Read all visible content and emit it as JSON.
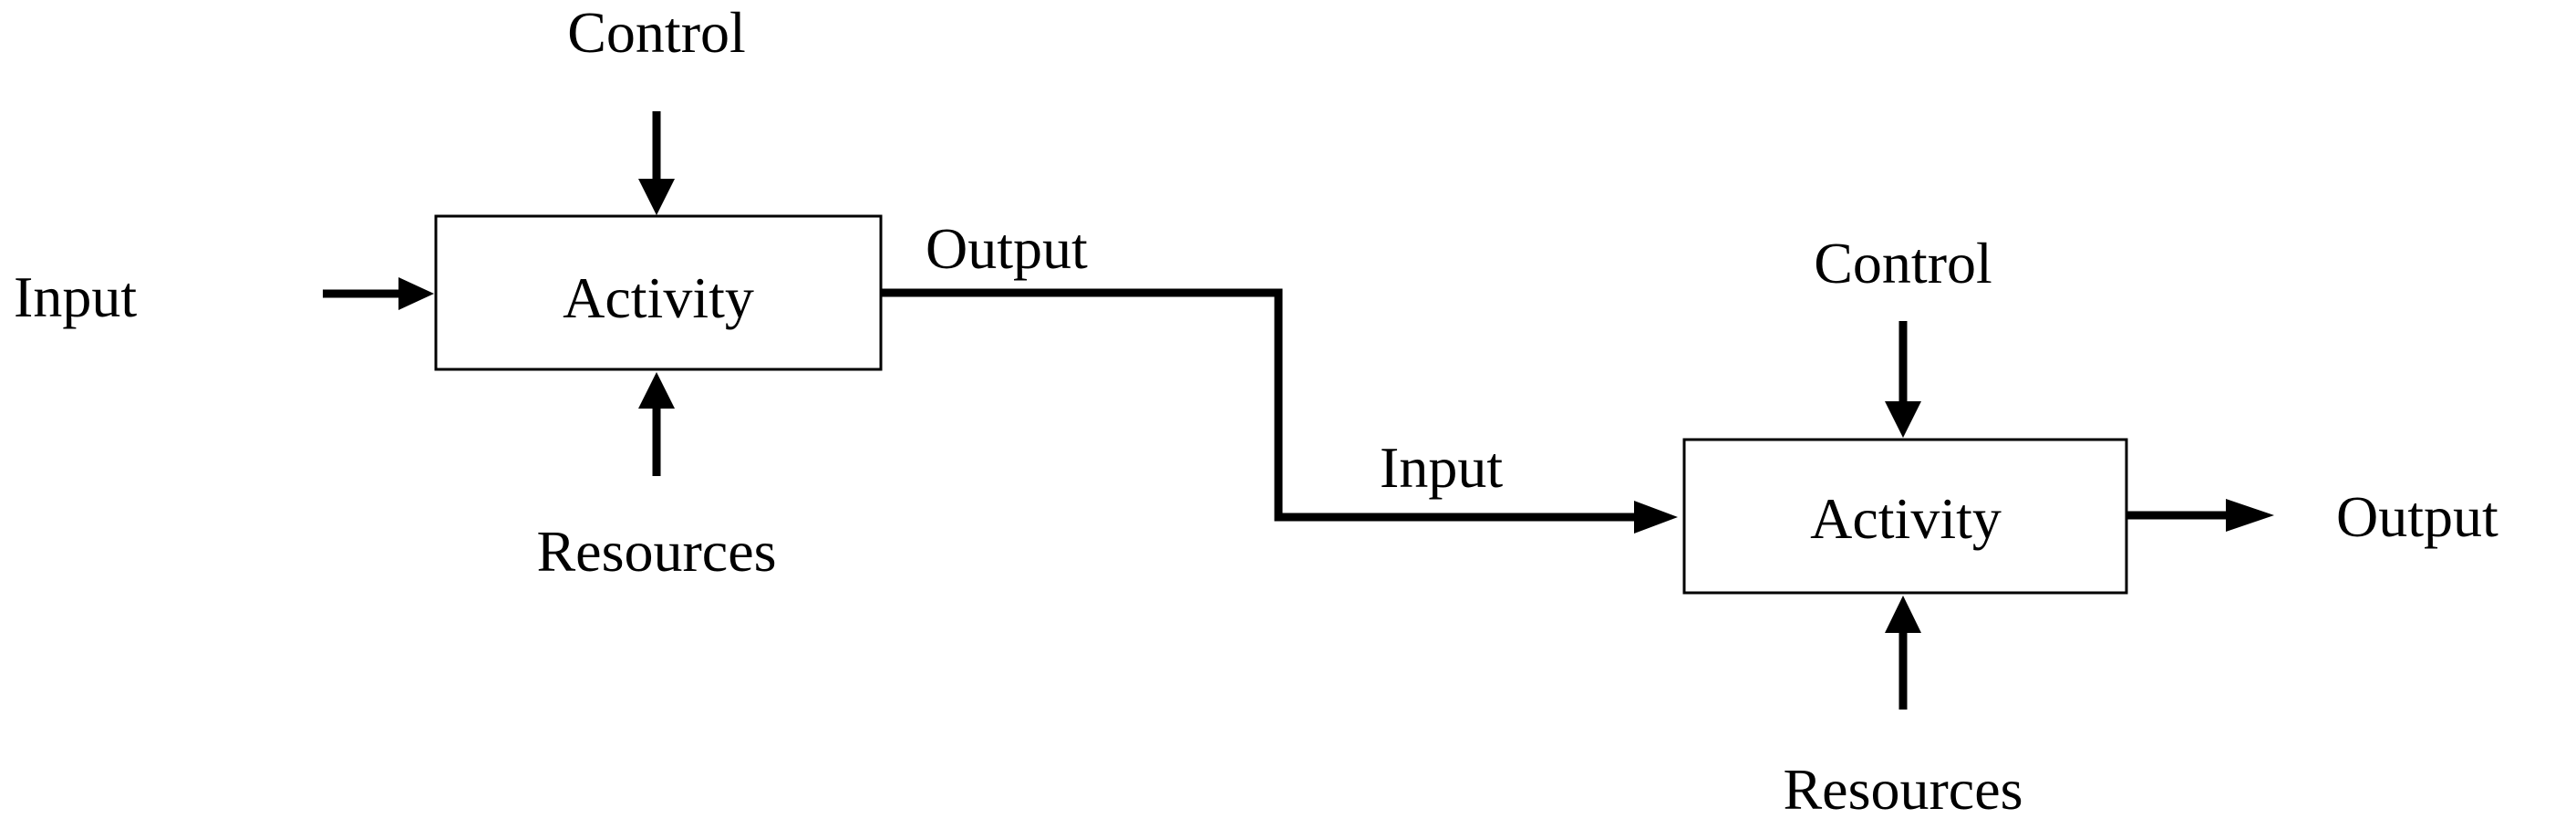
{
  "activity_1": {
    "label": "Activity",
    "input_label": "Input",
    "output_label": "Output",
    "control_label": "Control",
    "resources_label": "Resources"
  },
  "activity_2": {
    "label": "Activity",
    "input_label": "Input",
    "output_label": "Output",
    "control_label": "Control",
    "resources_label": "Resources"
  },
  "colors": {
    "stroke": "#000000",
    "background": "#ffffff"
  }
}
